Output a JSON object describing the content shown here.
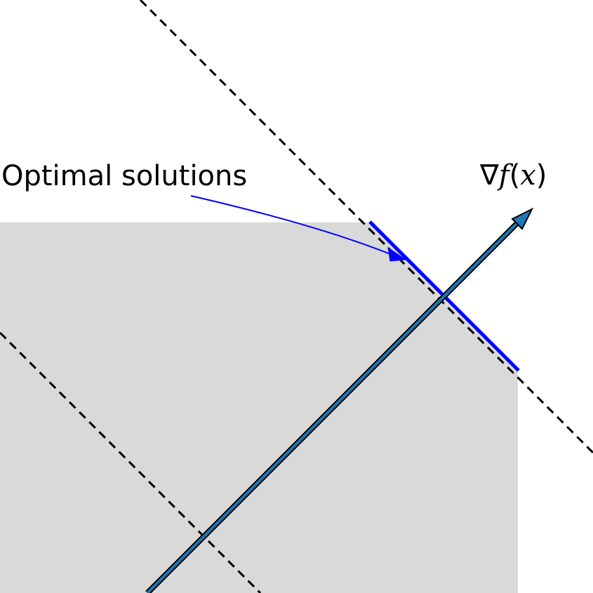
{
  "diagram": {
    "annotation_label": "Optimal solutions",
    "gradient_label": {
      "nabla": "∇",
      "f": "f",
      "open_paren": "(",
      "x": "x",
      "close_paren": ")"
    }
  },
  "colors": {
    "feasible_region": "#d9d9d9",
    "optimal_segment": "#0000ff",
    "annotation_arrow": "#0000ff",
    "gradient_arrow_fill": "#1f77b4",
    "gradient_arrow_edge": "#000000",
    "level_lines": "#000000",
    "background": "#ffffff"
  }
}
